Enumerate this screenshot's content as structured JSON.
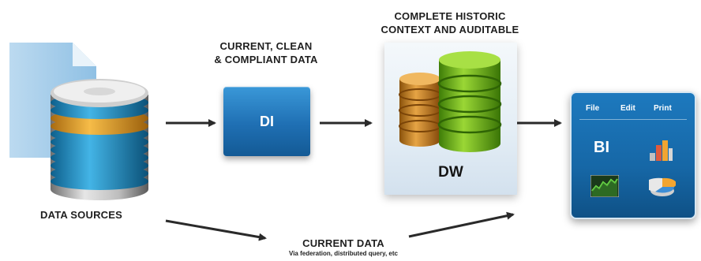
{
  "labels": {
    "complete_historic_line1": "COMPLETE HISTORIC",
    "complete_historic_line2": "CONTEXT AND AUDITABLE",
    "current_clean_line1": "CURRENT, CLEAN",
    "current_clean_line2": "& COMPLIANT DATA",
    "data_sources": "DATA SOURCES",
    "current_data": "CURRENT DATA",
    "current_data_sub": "Via federation, distributed query, etc"
  },
  "nodes": {
    "di": "DI",
    "dw": "DW",
    "bi": "BI"
  },
  "bi_menu": [
    "File",
    "Edit",
    "Print"
  ],
  "colors": {
    "di_blue": "#1f6fb3",
    "bi_blue": "#1667a6",
    "db_cyan": "#2ea3d6",
    "db_orange": "#f2a531",
    "dw_green": "#7cc21f",
    "dw_orange": "#d9902b"
  }
}
